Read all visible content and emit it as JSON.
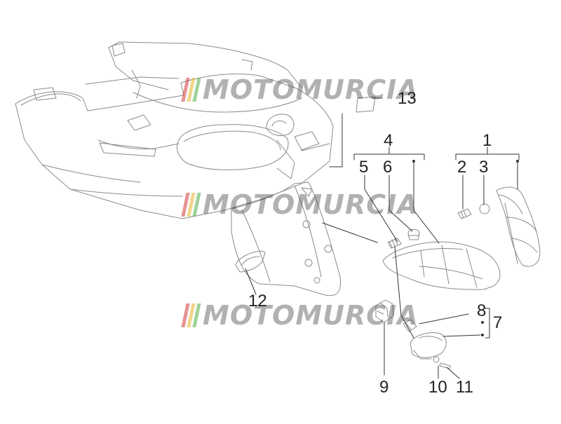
{
  "watermark": {
    "text": "MOTOMURCIA",
    "bar_colors": [
      "#d23a3a",
      "#e6b530",
      "#4fae4a"
    ]
  },
  "callouts": {
    "c1": "1",
    "c2": "2",
    "c3": "3",
    "c4": "4",
    "c5": "5",
    "c6": "6",
    "c7": "7",
    "c8": "8",
    "c9": "9",
    "c10": "10",
    "c11": "11",
    "c12": "12",
    "c13": "13"
  },
  "colors": {
    "line": "#555555",
    "part": "#8a8a8a",
    "leader": "#333333"
  }
}
